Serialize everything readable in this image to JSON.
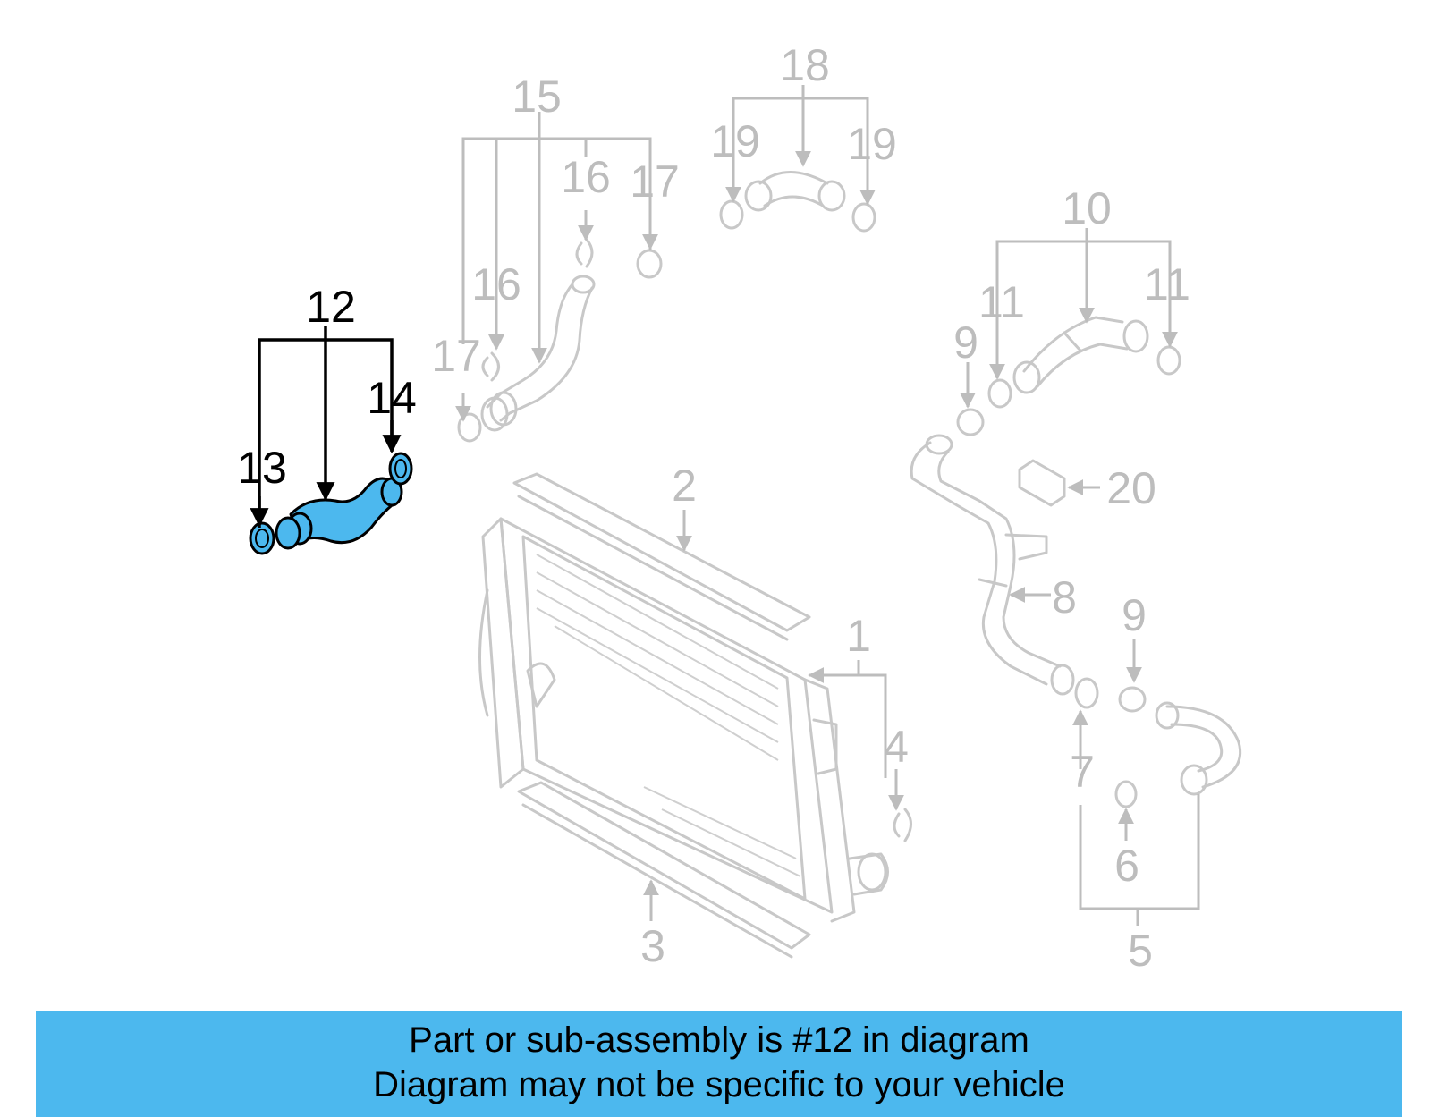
{
  "callouts": {
    "c1": "1",
    "c2": "2",
    "c3": "3",
    "c4": "4",
    "c5": "5",
    "c6": "6",
    "c7": "7",
    "c8": "8",
    "c9a": "9",
    "c9b": "9",
    "c10": "10",
    "c11a": "11",
    "c11b": "11",
    "c12": "12",
    "c13": "13",
    "c14": "14",
    "c15": "15",
    "c16a": "16",
    "c16b": "16",
    "c17a": "17",
    "c17b": "17",
    "c18": "18",
    "c19a": "19",
    "c19b": "19",
    "c20": "20"
  },
  "highlighted_part": "12",
  "colors": {
    "highlight": "#4cb8ee",
    "ghost_lines": "#c8c8c8",
    "banner": "#4cb8ee"
  },
  "banner": {
    "line1": "Part or sub-assembly is #12 in diagram",
    "line2": "Diagram may not be specific to your vehicle"
  }
}
